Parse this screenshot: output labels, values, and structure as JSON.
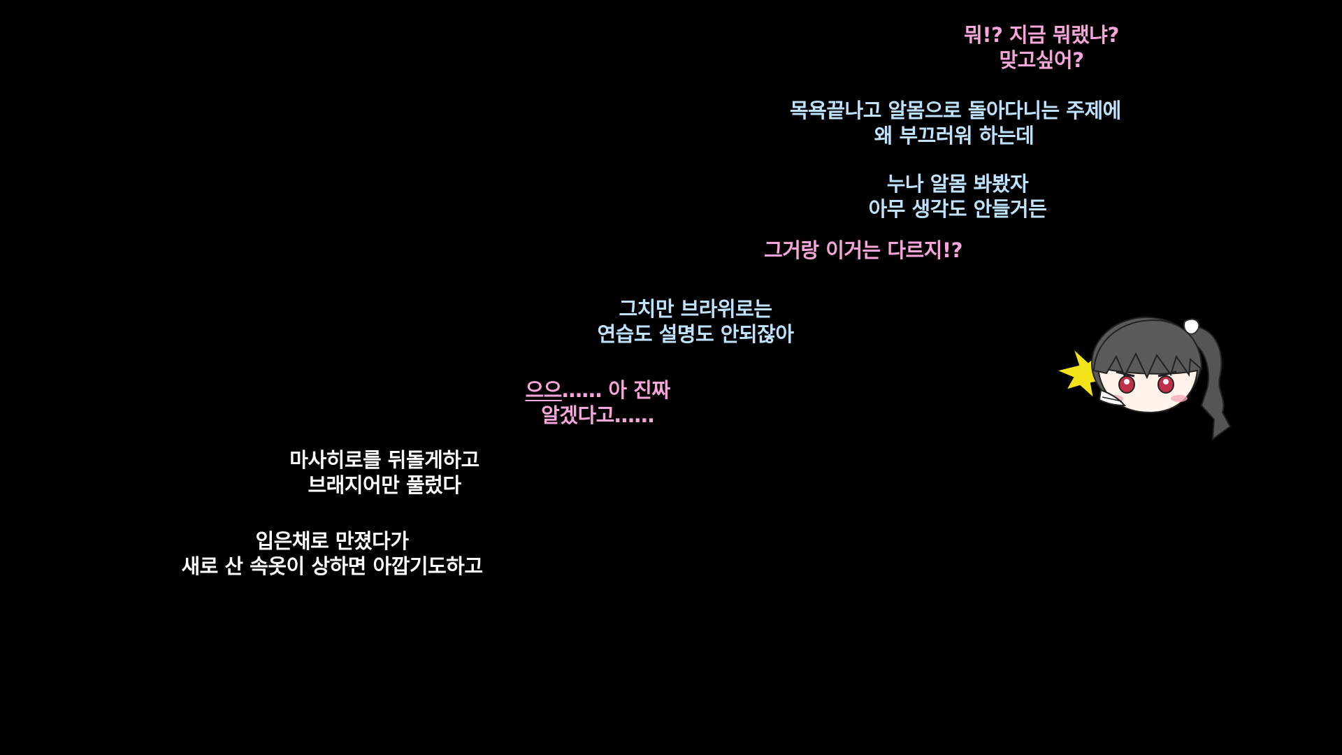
{
  "dialogue": [
    {
      "speaker_color": "pink",
      "lines": [
        "뭐!? 지금 뭐랬냐?",
        "맞고싶어?"
      ]
    },
    {
      "speaker_color": "blue",
      "lines": [
        "목욕끝나고 알몸으로 돌아다니는 주제에",
        "왜 부끄러워 하는데"
      ]
    },
    {
      "speaker_color": "blue",
      "lines": [
        "누나 알몸 봐봤자",
        "아무 생각도 안들거든"
      ]
    },
    {
      "speaker_color": "pink",
      "lines": [
        "그거랑 이거는 다르지!?"
      ]
    },
    {
      "speaker_color": "blue",
      "lines": [
        "그치만 브라위로는",
        "연습도 설명도 안되잖아"
      ]
    },
    {
      "speaker_color": "pink",
      "lines": [
        "으으…… 아 진짜",
        "알겠다고……"
      ],
      "underlined_prefix": "으으"
    },
    {
      "speaker_color": "white",
      "lines": [
        "마사히로를 뒤돌게하고",
        "브래지어만 풀렀다"
      ]
    },
    {
      "speaker_color": "white",
      "lines": [
        "입은채로 만졌다가",
        "새로 산 속옷이 상하면 아깝기도하고"
      ]
    }
  ],
  "colors": {
    "background": "#000000",
    "pink": "#f6a6d8",
    "blue": "#bfe3ff",
    "white": "#ffffff",
    "shock_mark": "#f3e41a"
  },
  "character": {
    "icon": "angry-girl-chibi-icon",
    "effect_icon": "shock-burst-icon"
  }
}
